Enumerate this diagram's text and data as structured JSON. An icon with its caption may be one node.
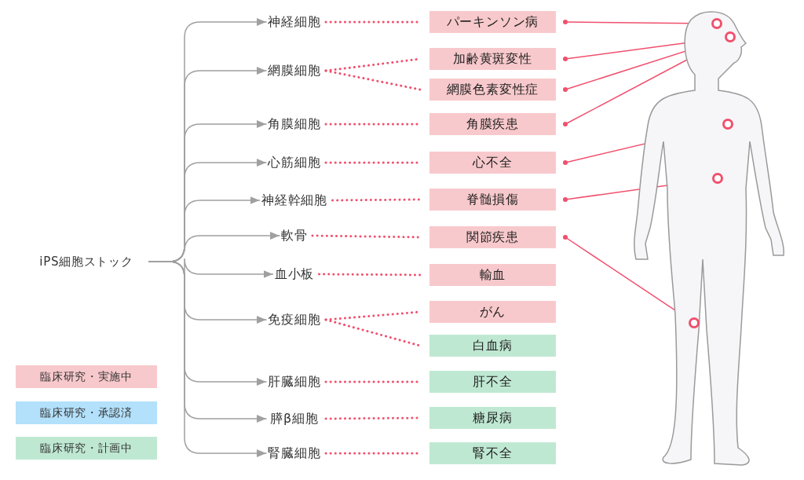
{
  "diagram": {
    "nodes": [
      {
        "text": [
          "iPS細胞ストック"
        ]
      },
      {
        "text": [
          "神経細胞"
        ]
      },
      {
        "text": [
          "網膜細胞"
        ]
      },
      {
        "text": [
          "角膜細胞"
        ]
      },
      {
        "text": [
          "心筋細胞"
        ]
      },
      {
        "text": [
          "神経幹細胞"
        ]
      },
      {
        "text": [
          "軟骨"
        ]
      },
      {
        "text": [
          "血小板"
        ]
      },
      {
        "text": [
          "免疫細胞"
        ]
      },
      {
        "text": [
          "肝臓細胞"
        ]
      },
      {
        "text": [
          "膵β細胞"
        ]
      },
      {
        "text": [
          "腎臓細胞"
        ]
      },
      {
        "text": [
          "パーキンソン病"
        ]
      },
      {
        "text": [
          "加齢黄斑変性"
        ]
      },
      {
        "text": [
          "網膜色素変性症"
        ]
      },
      {
        "text": [
          "角膜疾患"
        ]
      },
      {
        "text": [
          "心不全"
        ]
      },
      {
        "text": [
          "脊髄損傷"
        ]
      },
      {
        "text": [
          "関節疾患"
        ]
      },
      {
        "text": [
          "輸血"
        ]
      },
      {
        "text": [
          "がん"
        ]
      },
      {
        "text": [
          "白血病"
        ]
      },
      {
        "text": [
          "肝不全"
        ]
      },
      {
        "text": [
          "糖尿病"
        ]
      },
      {
        "text": [
          "腎不全"
        ]
      },
      {
        "text": [],
        "shape": "person"
      },
      {
        "text": [],
        "shape": "circle",
        "in": 25
      },
      {
        "text": [],
        "shape": "circle",
        "in": 25
      },
      {
        "text": [],
        "shape": "circle",
        "in": 25
      },
      {
        "text": [],
        "shape": "circle",
        "in": 25
      },
      {
        "text": [],
        "shape": "circle",
        "in": 25
      }
    ],
    "edges": [
      {
        "from": 0,
        "to": 1,
        "arrow": "to",
        "color": "#a0a0a0"
      },
      {
        "from": 0,
        "to": 2,
        "arrow": "to",
        "color": "#a0a0a0"
      },
      {
        "from": 0,
        "to": 3,
        "arrow": "to",
        "color": "#a0a0a0"
      },
      {
        "from": 0,
        "to": 4,
        "arrow": "to",
        "color": "#a0a0a0"
      },
      {
        "from": 0,
        "to": 5,
        "arrow": "to",
        "color": "#a0a0a0"
      },
      {
        "from": 0,
        "to": 6,
        "arrow": "to",
        "color": "#a0a0a0"
      },
      {
        "from": 0,
        "to": 7,
        "arrow": "to",
        "color": "#a0a0a0"
      },
      {
        "from": 0,
        "to": 8,
        "arrow": "to",
        "color": "#a0a0a0"
      },
      {
        "from": 0,
        "to": 9,
        "arrow": "to",
        "color": "#a0a0a0"
      },
      {
        "from": 0,
        "to": 10,
        "arrow": "to",
        "color": "#a0a0a0"
      },
      {
        "from": 0,
        "to": 11,
        "arrow": "to",
        "color": "#a0a0a0"
      },
      {
        "from": 1,
        "to": 12,
        "arrow": "none",
        "style": "dashed"
      },
      {
        "from": 2,
        "to": 13,
        "arrow": "none",
        "style": "dashed"
      },
      {
        "from": 2,
        "to": 14,
        "arrow": "none",
        "style": "dashed"
      },
      {
        "from": 3,
        "to": 15,
        "arrow": "none",
        "style": "dashed"
      },
      {
        "from": 4,
        "to": 16,
        "arrow": "none",
        "style": "dashed"
      },
      {
        "from": 5,
        "to": 17,
        "arrow": "none",
        "style": "dashed"
      },
      {
        "from": 6,
        "to": 18,
        "arrow": "none",
        "style": "dashed"
      },
      {
        "from": 7,
        "to": 19,
        "arrow": "none",
        "style": "dashed"
      },
      {
        "from": 8,
        "to": 20,
        "arrow": "none",
        "style": "dashed"
      },
      {
        "from": 8,
        "to": 21,
        "arrow": "none",
        "style": "dashed"
      },
      {
        "from": 9,
        "to": 22,
        "arrow": "none",
        "style": "dashed"
      },
      {
        "from": 10,
        "to": 23,
        "arrow": "none",
        "style": "dashed"
      },
      {
        "from": 11,
        "to": 24,
        "arrow": "none",
        "style": "dashed"
      },
      {
        "from": 12,
        "to": 26,
        "arrow": "other"
      },
      {
        "from": 13,
        "to": 27,
        "arrow": "other"
      },
      {
        "from": 14,
        "to": 27,
        "arrow": "other"
      },
      {
        "from": 15,
        "to": 27,
        "arrow": "other"
      },
      {
        "from": 16,
        "to": 28,
        "arrow": "other"
      },
      {
        "from": 17,
        "to": 29,
        "arrow": "other"
      },
      {
        "from": 18,
        "to": 30,
        "arrow": "other"
      }
    ],
    "legend": [
      {
        "text": "臨床研究・実施中",
        "color": "#f8c9cc"
      },
      {
        "text": "臨床研究・承認済",
        "color": "#b3e0fb"
      },
      {
        "text": "臨床研究・計画中",
        "color": "#bfe8d2"
      }
    ]
  }
}
